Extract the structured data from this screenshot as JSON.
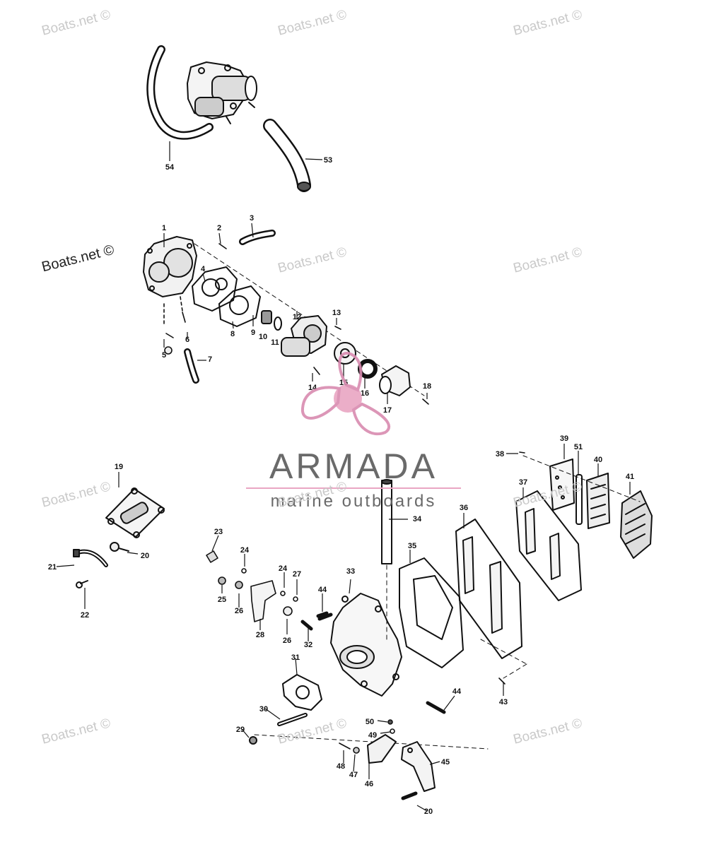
{
  "watermarks": [
    "Boats.net ©",
    "Boats.net ©",
    "Boats.net ©",
    "Boats.net ©",
    "Boats.net ©",
    "Boats.net ©",
    "Boats.net ©",
    "Boats.net ©",
    "Boats.net ©",
    "Boats.net ©",
    "Boats.net ©",
    "Boats.net ©"
  ],
  "brand": {
    "title": "ARMADA",
    "subtitle": "marine outboards",
    "colors": {
      "pink": "#e9a6c3",
      "pink_dark": "#d98bb0",
      "gray": "#6a6a6a"
    }
  },
  "part_labels": [
    "1",
    "2",
    "3",
    "4",
    "5",
    "6",
    "7",
    "8",
    "9",
    "10",
    "11",
    "12",
    "13",
    "14",
    "15",
    "16",
    "17",
    "18",
    "19",
    "20",
    "20",
    "21",
    "22",
    "23",
    "24",
    "24",
    "25",
    "26",
    "26",
    "27",
    "28",
    "29",
    "30",
    "31",
    "32",
    "33",
    "34",
    "35",
    "36",
    "37",
    "38",
    "39",
    "40",
    "41",
    "43",
    "44",
    "44",
    "45",
    "46",
    "47",
    "48",
    "49",
    "50",
    "51",
    "53",
    "54"
  ]
}
